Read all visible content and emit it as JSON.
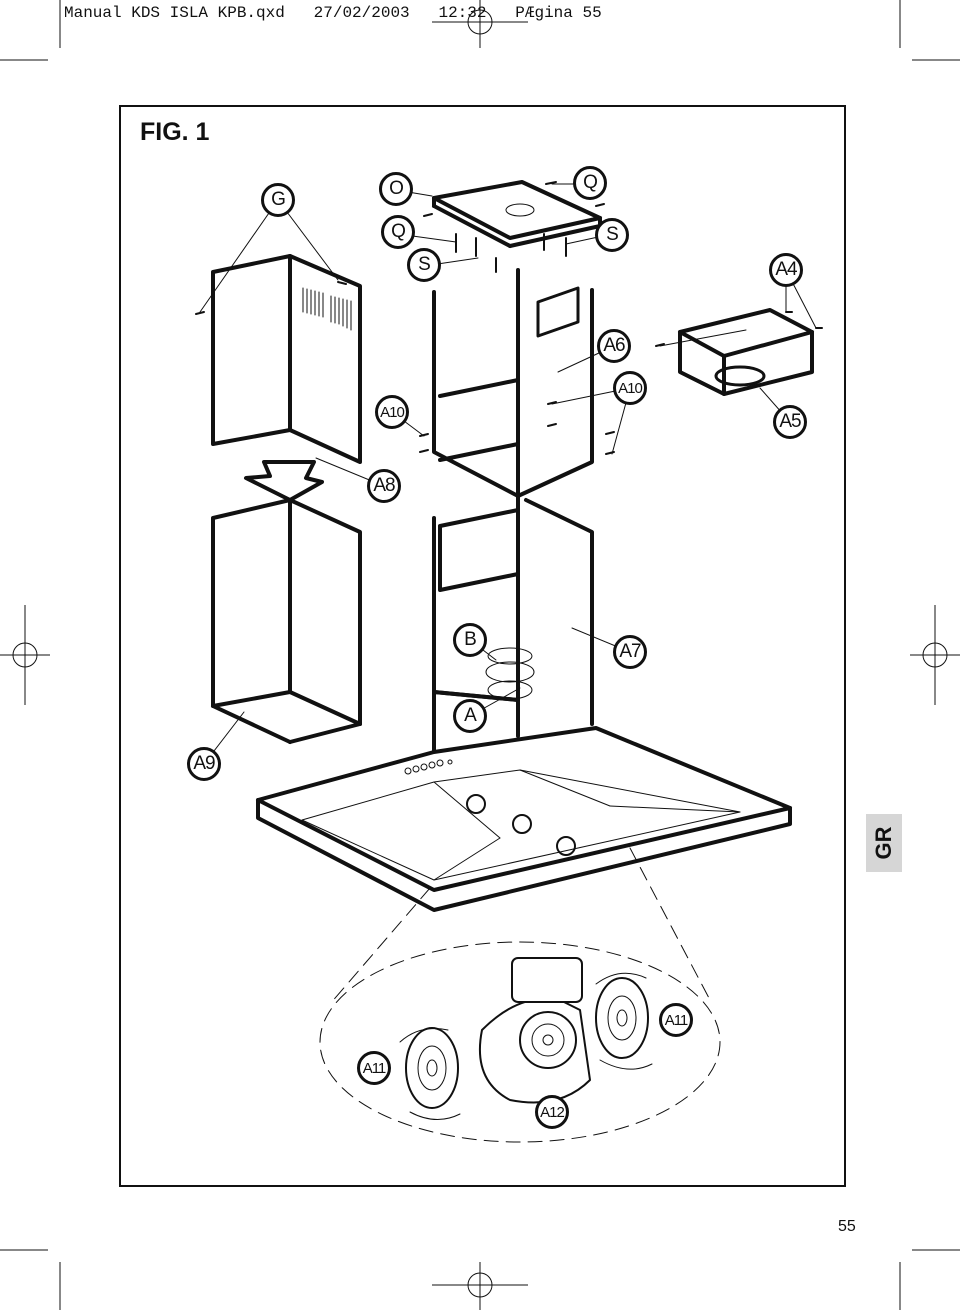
{
  "header": {
    "text": "Manual KDS ISLA KPB.qxd   27/02/2003   12:32   PÆgina 55"
  },
  "figure": {
    "title": "FIG. 1"
  },
  "side_tab": {
    "label": "GR"
  },
  "page_number": "55",
  "callouts": {
    "G": "G",
    "O": "O",
    "Q_top": "Q",
    "Q_left": "Q",
    "S_left": "S",
    "S_right": "S",
    "A4": "A4",
    "A6": "A6",
    "A10_left": "A10",
    "A10_right": "A10",
    "A5": "A5",
    "A8": "A8",
    "B": "B",
    "A7": "A7",
    "A": "A",
    "A9": "A9",
    "A11_right": "A11",
    "A11_left": "A11",
    "A12": "A12"
  },
  "colors": {
    "line": "#111111",
    "tab": "#d6d6d6",
    "background": "#ffffff"
  }
}
